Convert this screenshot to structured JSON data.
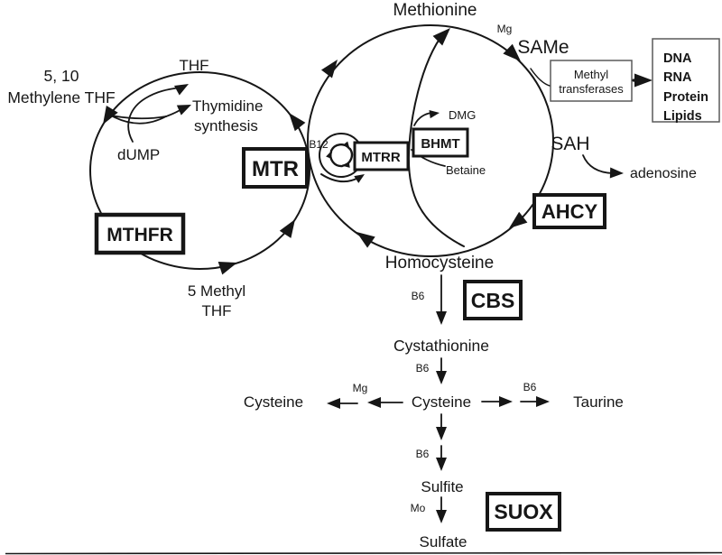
{
  "colors": {
    "ink": "#161616",
    "background": "#ffffff"
  },
  "folate_cycle": {
    "five_ten_line1": "5, 10",
    "five_ten_line2": "Methylene THF",
    "thf": "THF",
    "thymidine_line1": "Thymidine",
    "thymidine_line2": "synthesis",
    "dump": "dUMP",
    "five_methyl_line1": "5 Methyl",
    "five_methyl_line2": "THF",
    "enzymes": {
      "mthfr": "MTHFR",
      "mtr": "MTR"
    }
  },
  "methionine_cycle": {
    "methionine": "Methionine",
    "same": "SAMe",
    "sah": "SAH",
    "homocysteine": "Homocysteine",
    "adenosine": "adenosine",
    "dmg": "DMG",
    "betaine": "Betaine",
    "enzymes": {
      "mtrr": "MTRR",
      "bhmt": "BHMT",
      "ahcy": "AHCY"
    }
  },
  "methylation": {
    "transferases_line1": "Methyl",
    "transferases_line2": "transferases",
    "targets": [
      "DNA",
      "RNA",
      "Protein",
      "Lipids"
    ]
  },
  "transsulfuration": {
    "cystathionine": "Cystathionine",
    "cysteine": "Cysteine",
    "cysteine_product": "Cysteine",
    "taurine": "Taurine",
    "sulfite": "Sulfite",
    "sulfate": "Sulfate",
    "enzymes": {
      "cbs": "CBS",
      "suox": "SUOX"
    }
  },
  "cofactors": {
    "mg": "Mg",
    "b6": "B6",
    "b12": "B12",
    "mo": "Mo"
  }
}
